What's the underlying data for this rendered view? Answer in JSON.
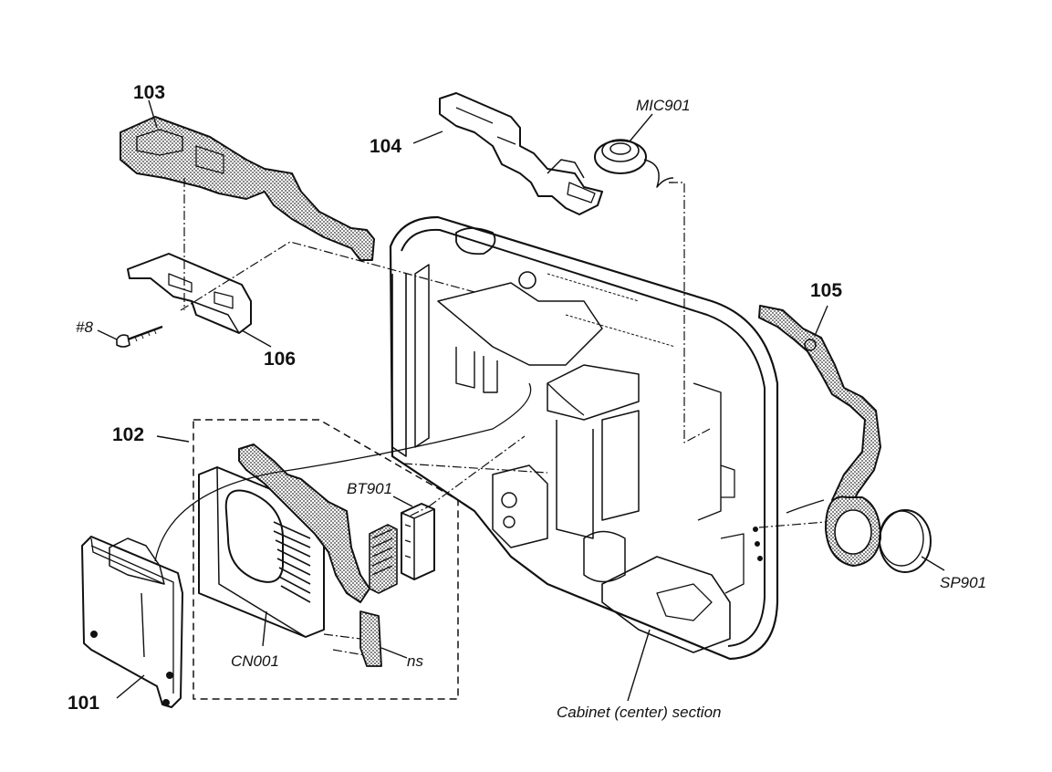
{
  "labels": {
    "p101": "101",
    "p102": "102",
    "p103": "103",
    "p104": "104",
    "p105": "105",
    "p106": "106",
    "screw": "#8",
    "mic": "MIC901",
    "battery": "BT901",
    "connector": "CN001",
    "ns": "ns",
    "speaker": "SP901",
    "cabinet": "Cabinet (center) section"
  },
  "colors": {
    "ink": "#111111",
    "paper": "#ffffff",
    "hatch": "#555555"
  }
}
